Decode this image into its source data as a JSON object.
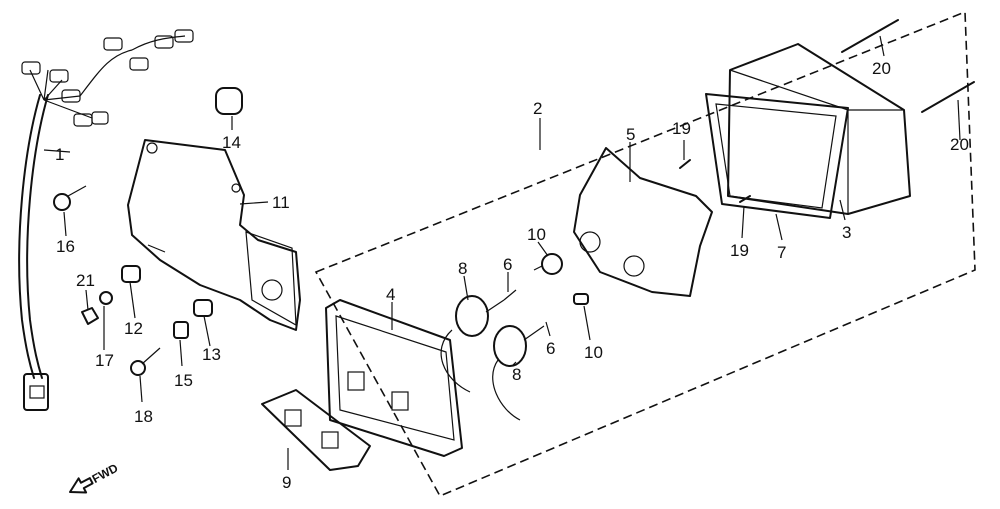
{
  "diagram": {
    "callouts": {
      "c1": "1",
      "c2": "2",
      "c3": "3",
      "c4": "4",
      "c5": "5",
      "c6a": "6",
      "c6b": "6",
      "c7": "7",
      "c8a": "8",
      "c8b": "8",
      "c9": "9",
      "c10a": "10",
      "c10b": "10",
      "c11": "11",
      "c12": "12",
      "c13": "13",
      "c14": "14",
      "c15": "15",
      "c16": "16",
      "c17": "17",
      "c18": "18",
      "c19a": "19",
      "c19b": "19",
      "c20a": "20",
      "c20b": "20",
      "c21": "21"
    },
    "fwd_label": "FWD"
  }
}
